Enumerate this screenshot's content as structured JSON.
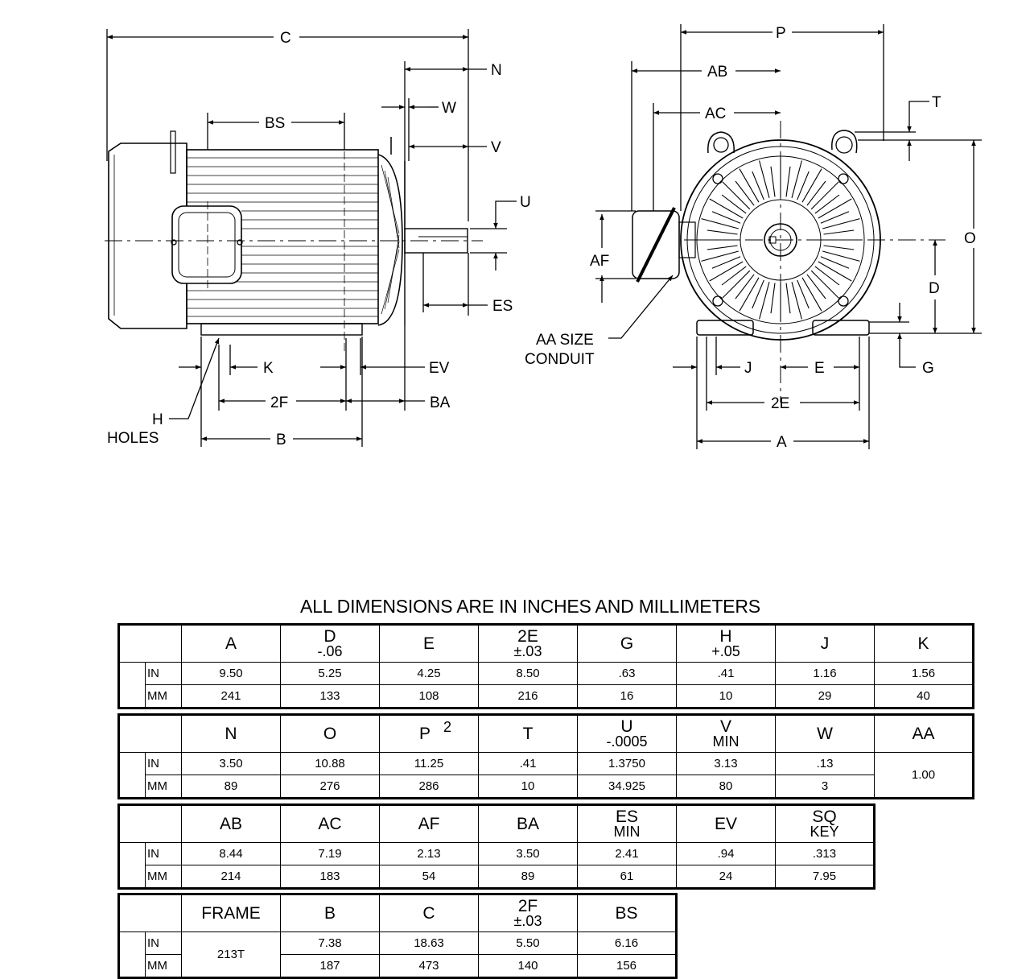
{
  "side_labels": {
    "C": "C",
    "N": "N",
    "W": "W",
    "V": "V",
    "U": "U",
    "BS": "BS",
    "ES": "ES",
    "K": "K",
    "EV": "EV",
    "F2": "2F",
    "BA": "BA",
    "B": "B",
    "H": "H",
    "HOLES": "HOLES"
  },
  "front_labels": {
    "P": "P",
    "AB": "AB",
    "AC": "AC",
    "T": "T",
    "O": "O",
    "AF": "AF",
    "D": "D",
    "AA_line1": "AA SIZE",
    "AA_line2": "CONDUIT",
    "J": "J",
    "E": "E",
    "G": "G",
    "E2": "2E",
    "A": "A"
  },
  "caption": "ALL DIMENSIONS ARE IN INCHES AND MILLIMETERS",
  "tables": [
    {
      "headers": [
        {
          "label": "A"
        },
        {
          "label": "D",
          "sub": "-.06"
        },
        {
          "label": "E"
        },
        {
          "label": "2E",
          "sub": "±.03"
        },
        {
          "label": "G"
        },
        {
          "label": "H",
          "sub": "+.05"
        },
        {
          "label": "J"
        },
        {
          "label": "K"
        }
      ],
      "in_label": "IN",
      "mm_label": "MM",
      "in": [
        "9.50",
        "5.25",
        "4.25",
        "8.50",
        ".63",
        ".41",
        "1.16",
        "1.56"
      ],
      "mm": [
        "241",
        "133",
        "108",
        "216",
        "16",
        "10",
        "29",
        "40"
      ]
    },
    {
      "headers": [
        {
          "label": "N"
        },
        {
          "label": "O"
        },
        {
          "label": "P",
          "note": "2"
        },
        {
          "label": "T"
        },
        {
          "label": "U",
          "sub": "-.0005"
        },
        {
          "label": "V",
          "sub": "MIN"
        },
        {
          "label": "W"
        },
        {
          "label": "AA"
        }
      ],
      "in_label": "IN",
      "mm_label": "MM",
      "in": [
        "3.50",
        "10.88",
        "11.25",
        ".41",
        "1.3750",
        "3.13",
        ".13"
      ],
      "mm": [
        "89",
        "276",
        "286",
        "10",
        "34.925",
        "80",
        "3"
      ],
      "aa_value": "1.00"
    },
    {
      "headers": [
        {
          "label": "AB"
        },
        {
          "label": "AC"
        },
        {
          "label": "AF"
        },
        {
          "label": "BA"
        },
        {
          "label": "ES",
          "sub": "MIN"
        },
        {
          "label": "EV"
        },
        {
          "label": "SQ",
          "sub": "KEY"
        }
      ],
      "in_label": "IN",
      "mm_label": "MM",
      "in": [
        "8.44",
        "7.19",
        "2.13",
        "3.50",
        "2.41",
        ".94",
        ".313"
      ],
      "mm": [
        "214",
        "183",
        "54",
        "89",
        "61",
        "24",
        "7.95"
      ]
    },
    {
      "headers": [
        {
          "label": "FRAME"
        },
        {
          "label": "B"
        },
        {
          "label": "C"
        },
        {
          "label": "2F",
          "sub": "±.03"
        },
        {
          "label": "BS"
        }
      ],
      "in_label": "IN",
      "mm_label": "MM",
      "frame_value": "213T",
      "in": [
        "7.38",
        "18.63",
        "5.50",
        "6.16"
      ],
      "mm": [
        "187",
        "473",
        "140",
        "156"
      ]
    }
  ]
}
